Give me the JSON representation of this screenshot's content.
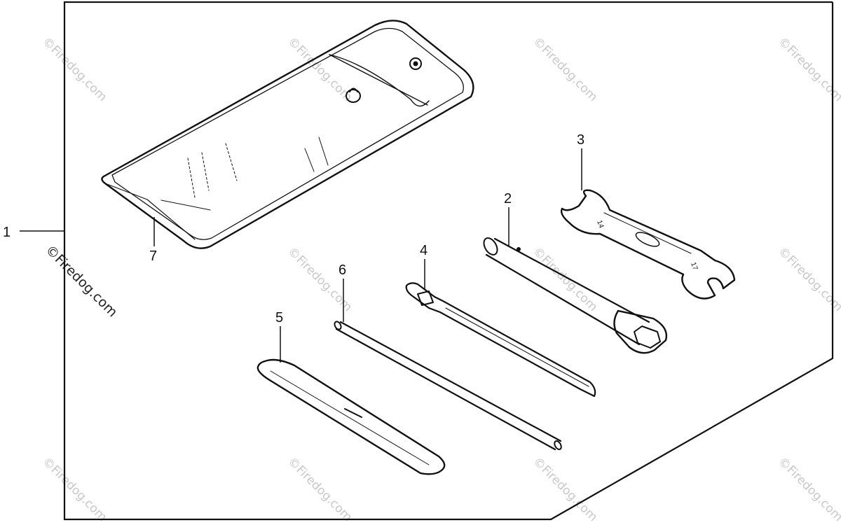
{
  "callouts": {
    "c1": "1",
    "c2": "2",
    "c3": "3",
    "c4": "4",
    "c5": "5",
    "c6": "6",
    "c7": "7"
  },
  "watermark": {
    "text": "©Firedog.com"
  },
  "wrench_marks": {
    "left_size": "14",
    "right_size": "17"
  }
}
